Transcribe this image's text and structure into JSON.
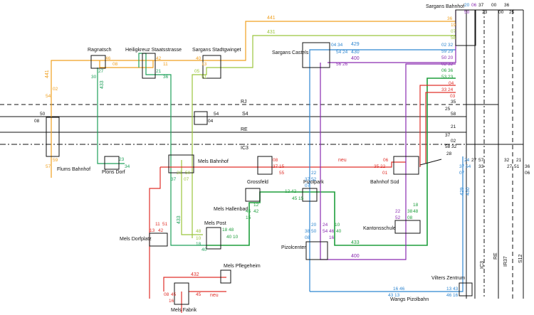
{
  "colors": {
    "orange": "#F0A020",
    "lime": "#9BC53D",
    "teal": "#1FA05A",
    "green": "#1E9E3C",
    "red": "#E0302A",
    "blue": "#2E86D0",
    "purple": "#8A2BB0",
    "black": "#111111"
  },
  "stops": [
    {
      "id": "sargans-bahnhof",
      "label": "Sargans Bahnhof"
    },
    {
      "id": "ragnatsch",
      "label": "Ragnatsch"
    },
    {
      "id": "heiligkreuz",
      "label": "Heiligkreuz Staatsstrasse"
    },
    {
      "id": "stadtgwinget",
      "label": "Sargans Stadtgwinget"
    },
    {
      "id": "sargans-castels",
      "label": "Sargans Castels"
    },
    {
      "id": "flums-bahnhof",
      "label": "Flums Bahnhof"
    },
    {
      "id": "plons-dorf",
      "label": "Plons Dorf"
    },
    {
      "id": "mels-bahnhof",
      "label": "Mels Bahnhof"
    },
    {
      "id": "grossfeld",
      "label": "Grossfeld"
    },
    {
      "id": "pizolpark",
      "label": "Pizolpark"
    },
    {
      "id": "bahnhof-sud",
      "label": "Bahnhof Süd"
    },
    {
      "id": "mels-hallenbad",
      "label": "Mels Hallenbad"
    },
    {
      "id": "mels-post",
      "label": "Mels Post"
    },
    {
      "id": "mels-dorfplatz",
      "label": "Mels Dorfplatz"
    },
    {
      "id": "kantonsschule",
      "label": "Kantonsschule"
    },
    {
      "id": "pizolcenter",
      "label": "Pizolcenter"
    },
    {
      "id": "mels-pflegeheim",
      "label": "Mels Pflegeheim"
    },
    {
      "id": "mels-fabrik",
      "label": "Mels Fabrik"
    },
    {
      "id": "vilters-zentrum",
      "label": "Vilters Zentrum"
    },
    {
      "id": "wangs-pizolbahn",
      "label": "Wangs Pizolbahn"
    }
  ],
  "route_labels": {
    "r441_top": "441",
    "r431_top": "431",
    "r441_left": "441",
    "r433_left": "433",
    "r433_mid": "433",
    "r429": "429",
    "r430": "430",
    "r400": "400",
    "r433_low": "433",
    "r400_low": "400",
    "r432": "432",
    "neu_top": "neu",
    "neu_bottom": "neu",
    "r429_right": "429",
    "r430_right": "430"
  },
  "rail_labels": {
    "rj": "RJ",
    "s4": "S4",
    "re": "RE",
    "ic3": "IC3",
    "col_ic3": "IC3",
    "col_re": "RE",
    "col_ir37": "IR37",
    "col_s12": "S12"
  },
  "times": {
    "sb_top_20": "20",
    "sb_top_06": "06",
    "sb_top_37": "37",
    "sb_top_00": "00",
    "sb_top_36": "36",
    "sb_top_50": "50",
    "sb_top_23": "23",
    "sb_top_00b": "00",
    "sb_top_25": "25",
    "sb_36": "36",
    "sb_19": "19",
    "sb_07": "07",
    "sb_58": "58",
    "sb_02_32": "02 32",
    "sb_59_29": "59 29",
    "sb_50_20": "50 20",
    "sb_02_32b": "02 32",
    "sb_06_36": "06 36",
    "sb_53_23": "53 23",
    "sb_04": "04",
    "sb_33_24": "33 24",
    "sb_03": "03",
    "sb_35": "35",
    "sb_25": "25",
    "sb_58b": "58",
    "sb_21": "21",
    "sb_37": "37",
    "sb_02": "02",
    "sb_58_32": "58 32",
    "sb_28": "28",
    "rag_46": "46",
    "rag_08": "08",
    "rag_27": "27",
    "rag_30": "30",
    "hk_42": "42",
    "hk_11": "11",
    "hk_21": "21",
    "hk_36": "36",
    "sg_40": "40",
    "sg_13": "13",
    "sg_05": "05",
    "sg_51": "51",
    "cas_04_34": "04 34",
    "cas_54_24": "54 24",
    "cas_56_26": "56 26",
    "fl_02": "02",
    "fl_54": "54",
    "fl_50": "50",
    "fl_08": "08",
    "fl_59": "59",
    "fl_57": "57",
    "s4_54": "54",
    "s4_04": "04",
    "pd_23": "23",
    "pd_34": "34",
    "mb_20": "20",
    "mb_50": "50",
    "mb_37": "37",
    "mb_07": "07",
    "gr_08": "08",
    "gr_37_15": "37 15",
    "gr_55": "55",
    "bs_06": "06",
    "bs_35_22": "35 22",
    "bs_01": "01",
    "vz_24": "24",
    "vz_27": "27",
    "vz_37": "37",
    "vz_54": "54",
    "vz_07": "07",
    "col_57": "57",
    "col_33": "33",
    "col_32": "32",
    "col_21": "21",
    "col_27": "27",
    "col_51": "51",
    "col_36": "36",
    "col_06": "06",
    "pp_22": "22",
    "pp_37": "37",
    "pp_52": "52",
    "pp_07": "07",
    "hb_12_42": "12 42",
    "hb_45_15": "45 15",
    "hb_12": "12",
    "hb_45": "45",
    "hb_42": "42",
    "hb_15": "15",
    "mp_48": "48",
    "mp_18_48": "18 48",
    "mp_10": "10",
    "mp_40_10": "40 10",
    "mp_18": "18",
    "mp_40": "40",
    "dp_11": "11",
    "dp_51": "51",
    "dp_13": "13",
    "dp_42": "42",
    "pc_20": "20",
    "pc_24": "24",
    "pc_10": "10",
    "pc_38": "38",
    "pc_50": "50",
    "pc_54": "54",
    "pc_46": "46",
    "pc_40": "40",
    "pc_08": "08",
    "pc_16": "16",
    "ks_22": "22",
    "ks_52": "52",
    "ks_38": "38",
    "ks_08": "08",
    "ks_18": "18",
    "ks_48": "48",
    "mf_08": "08",
    "mf_45": "45",
    "mf_16": "16",
    "mf_45b": "45",
    "vzb_13_43": "13 43",
    "vzb_46_16": "46 16",
    "wp_16_46": "16 46",
    "wp_43_13": "43 13"
  }
}
